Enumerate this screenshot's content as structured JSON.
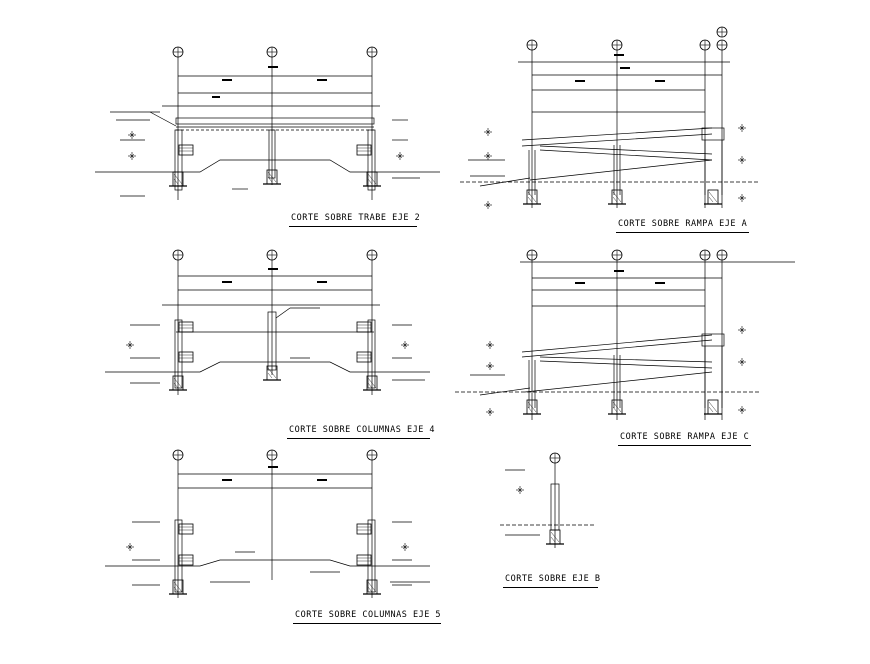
{
  "sections": [
    {
      "id": "trabe-eje-2",
      "title": "CORTE SOBRE TRABE EJE 2"
    },
    {
      "id": "rampa-eje-a",
      "title": "CORTE SOBRE RAMPA EJE A"
    },
    {
      "id": "columnas-eje-4",
      "title": "CORTE SOBRE COLUMNAS EJE 4"
    },
    {
      "id": "rampa-eje-c",
      "title": "CORTE SOBRE RAMPA EJE C"
    },
    {
      "id": "columnas-eje-5",
      "title": "CORTE SOBRE COLUMNAS EJE 5"
    },
    {
      "id": "eje-b",
      "title": "CORTE SOBRE EJE B"
    }
  ],
  "colors": {
    "line": "#000000",
    "background": "#ffffff"
  }
}
